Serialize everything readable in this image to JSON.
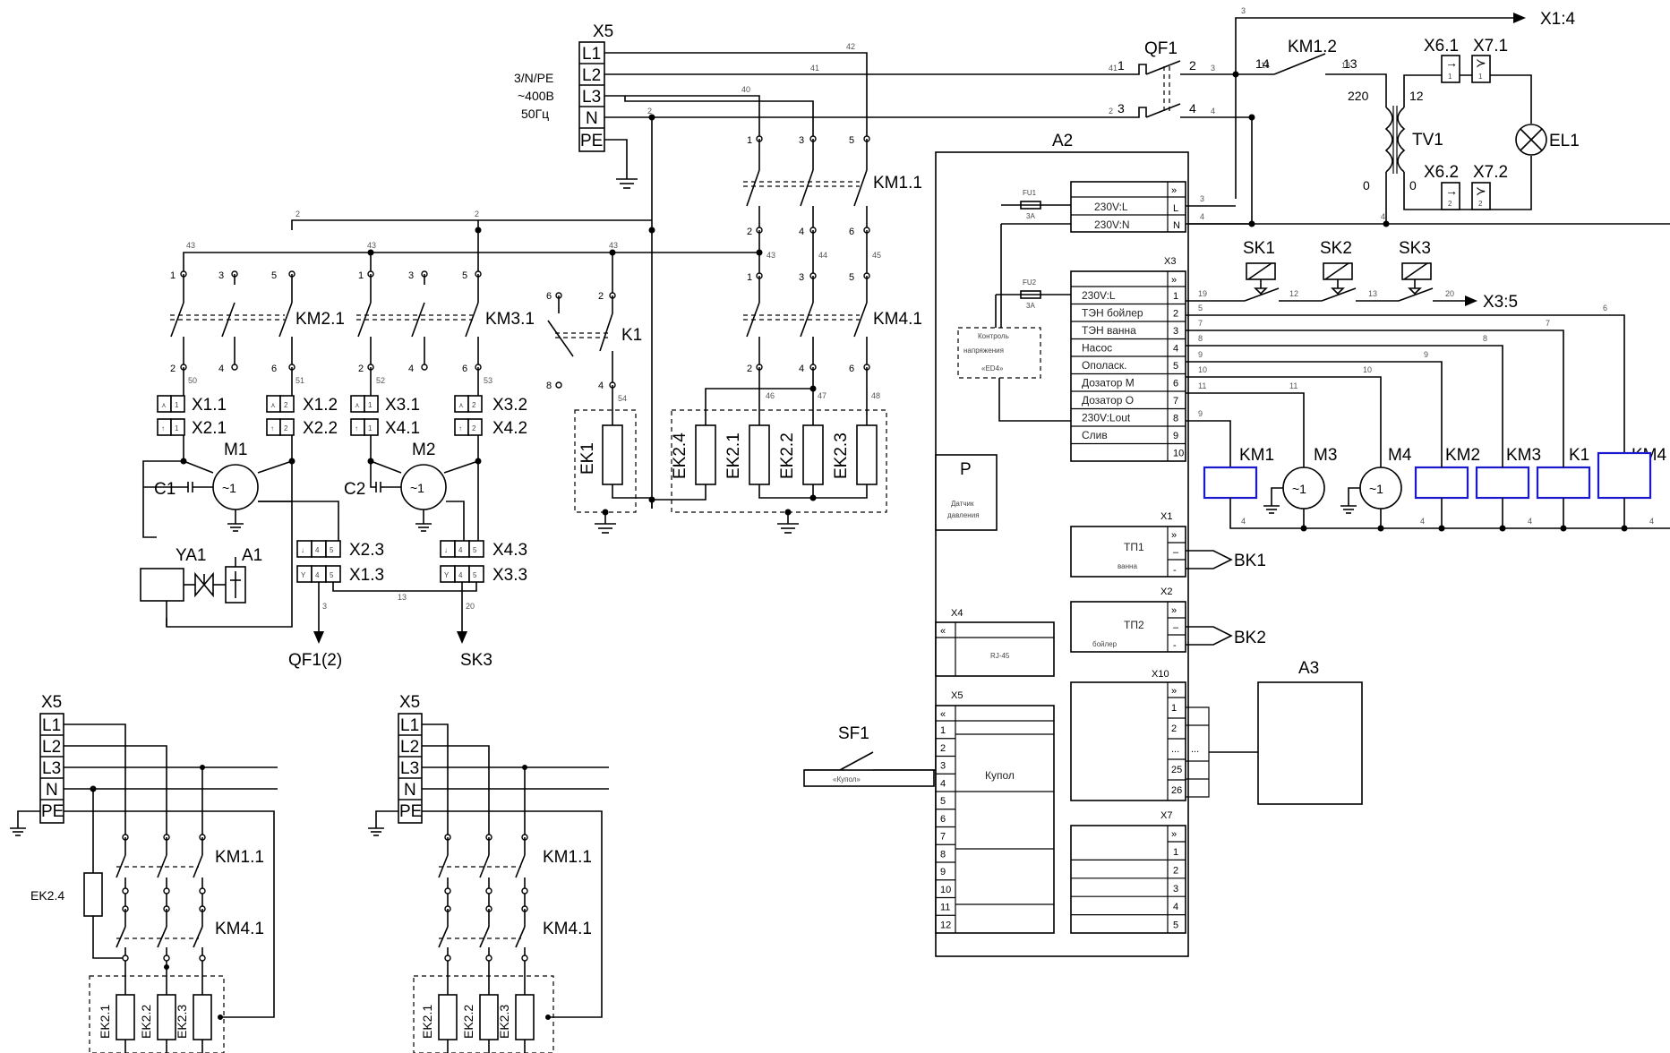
{
  "supply": {
    "block": "X5",
    "terms": [
      "L1",
      "L2",
      "L3",
      "N",
      "PE"
    ],
    "spec": [
      "3/N/PE",
      "~400В",
      "50Гц"
    ]
  },
  "switches": {
    "qf1": "QF1",
    "km12": "KM1.2",
    "km11": "KM1.1",
    "km41": "KM4.1",
    "km21": "KM2.1",
    "km31": "KM3.1",
    "k1": "K1",
    "sf1": "SF1",
    "sf1_note": "«Купол»"
  },
  "outputs": {
    "x14": "X1:4",
    "x35": "X3:5",
    "qf1_2": "QF1(2)",
    "sk3": "SK3"
  },
  "transformer": {
    "name": "TV1",
    "x61": "X6.1",
    "x71": "X7.1",
    "x62": "X6.2",
    "x72": "X7.2",
    "lamp": "EL1",
    "n220": "220",
    "n12": "12",
    "n0a": "0",
    "n0b": "0"
  },
  "thermostats": [
    "SK1",
    "SK2",
    "SK3"
  ],
  "motors": {
    "m1": "M1",
    "m2": "M2",
    "m3": "M3",
    "m4": "M4",
    "c1": "C1",
    "c2": "C2",
    "ya1": "YA1",
    "a1": "A1",
    "sym": "~1"
  },
  "connectors": {
    "x11": "X1.1",
    "x21": "X2.1",
    "x12": "X1.2",
    "x22": "X2.2",
    "x31": "X3.1",
    "x41": "X4.1",
    "x32": "X3.2",
    "x42": "X4.2",
    "x23": "X2.3",
    "x13": "X1.3",
    "x43": "X4.3",
    "x33": "X3.3"
  },
  "heaters": {
    "ek1": "EK1",
    "ek24": "EK2.4",
    "ek21": "EK2.1",
    "ek22": "EK2.2",
    "ek23": "EK2.3"
  },
  "coils": [
    "KM1",
    "M3",
    "M4",
    "KM2",
    "KM3",
    "K1",
    "KM4"
  ],
  "controller": {
    "name": "A2",
    "fu1": "FU1",
    "fu1a": "3A",
    "fu2": "FU2",
    "fu2a": "3A",
    "x_top": [
      {
        "label": "230V:L",
        "pin": "L"
      },
      {
        "label": "230V:N",
        "pin": "N"
      }
    ],
    "x3_title": "X3",
    "x3_rows": [
      {
        "label": "230V:L",
        "pin": "1"
      },
      {
        "label": "ТЭН бойлер",
        "pin": "2"
      },
      {
        "label": "ТЭН ванна",
        "pin": "3"
      },
      {
        "label": "Насос",
        "pin": "4"
      },
      {
        "label": "Ополаск.",
        "pin": "5"
      },
      {
        "label": "Дозатор М",
        "pin": "6"
      },
      {
        "label": "Дозатор О",
        "pin": "7"
      },
      {
        "label": "230V:Lout",
        "pin": "8"
      },
      {
        "label": "Слив",
        "pin": "9"
      },
      {
        "label": "",
        "pin": "10"
      }
    ],
    "monitor": [
      "Контроль",
      "напряжения",
      "«ED4»"
    ],
    "p_title": "P",
    "p_desc": [
      "Датчик",
      "давления"
    ],
    "x1_title": "X1",
    "x1_desc": [
      "ТП1",
      "ванна"
    ],
    "bk1": "BK1",
    "x2_title": "X2",
    "x2_desc": [
      "ТП2",
      "бойлер"
    ],
    "bk2": "BK2",
    "x4_title": "X4",
    "x4_desc": "RJ-45",
    "x5_title": "X5",
    "x5_pins": [
      "1",
      "2",
      "3",
      "4",
      "5",
      "6",
      "7",
      "8",
      "9",
      "10",
      "11",
      "12"
    ],
    "kupol": "Купол",
    "x10_title": "X10",
    "x10_pins": [
      "1",
      "2",
      "...",
      "25",
      "26"
    ],
    "dots": "...",
    "x7_title": "X7",
    "x7_pins": [
      "1",
      "2",
      "3",
      "4",
      "5"
    ]
  },
  "a3": "A3",
  "wires": {
    "w42": "42",
    "w41": "41",
    "w40": "40",
    "w2": "2",
    "w3": "3",
    "w4": "4",
    "w43": "43",
    "w44": "44",
    "w45": "45",
    "w50": "50",
    "w51": "51",
    "w52": "52",
    "w53": "53",
    "w13": "13",
    "w20": "20",
    "w54": "54",
    "w46": "46",
    "w47": "47",
    "w48": "48",
    "w14": "14",
    "w5": "5",
    "w6": "6",
    "w7": "7",
    "w8": "8",
    "w9": "9",
    "w10": "10",
    "w11": "11",
    "w12": "12",
    "w19": "19"
  },
  "bottom_left": {
    "block": "X5",
    "terms": [
      "L1",
      "L2",
      "L3",
      "N",
      "PE"
    ],
    "km11": "KM1.1",
    "km41": "KM4.1",
    "ek24": "EK2.4",
    "heaters": [
      "EK2.1",
      "EK2.2",
      "EK2.3"
    ]
  },
  "bottom_mid": {
    "block": "X5",
    "terms": [
      "L1",
      "L2",
      "L3",
      "N",
      "PE"
    ],
    "km11": "KM1.1",
    "km41": "KM4.1",
    "heaters": [
      "EK2.1",
      "EK2.2",
      "EK2.3"
    ]
  }
}
